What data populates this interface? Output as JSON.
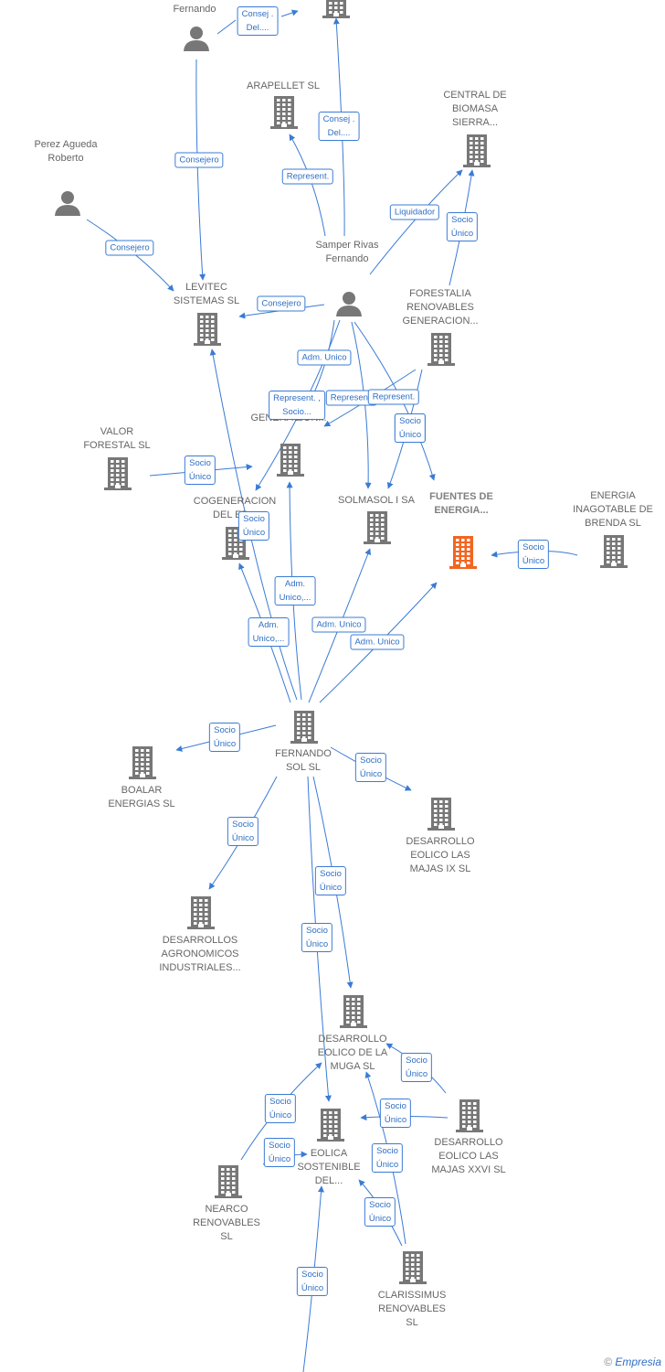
{
  "colors": {
    "edge": "#3a7bd5",
    "node": "#777777",
    "highlight": "#f26522"
  },
  "nodes": {
    "fernando_top": {
      "label": "Fernando",
      "type": "person"
    },
    "arapellet": {
      "label": "ARAPELLET SL",
      "type": "company"
    },
    "central_biomasa": {
      "label": "CENTRAL DE BIOMASA SIERRA...",
      "type": "company"
    },
    "perez": {
      "label": "Perez Agueda Roberto",
      "type": "person"
    },
    "levitec": {
      "label": "LEVITEC SISTEMAS SL",
      "type": "company"
    },
    "samper": {
      "label": "Samper Rivas Fernando",
      "type": "person"
    },
    "forestalia": {
      "label": "FORESTALIA RENOVABLES GENERACION...",
      "type": "company"
    },
    "fo_re_gen": {
      "label": "FO RE GENERACION...",
      "type": "company"
    },
    "valor_forestal": {
      "label": "VALOR FORESTAL SL",
      "type": "company"
    },
    "cogeneracion": {
      "label": "COGENERACION DEL EB...",
      "type": "company"
    },
    "solmasol": {
      "label": "SOLMASOL I SA",
      "type": "company"
    },
    "fuentes": {
      "label": "FUENTES DE ENERGIA...",
      "type": "company",
      "highlight": true
    },
    "energia_inagotable": {
      "label": "ENERGIA INAGOTABLE DE BRENDA SL",
      "type": "company"
    },
    "fernando_sol": {
      "label": "FERNANDO SOL SL",
      "type": "company"
    },
    "boalar": {
      "label": "BOALAR ENERGIAS SL",
      "type": "company"
    },
    "desarrollo_ix": {
      "label": "DESARROLLO EOLICO LAS MAJAS IX SL",
      "type": "company"
    },
    "desarrollos_agro": {
      "label": "DESARROLLOS AGRONOMICOS INDUSTRIALES...",
      "type": "company"
    },
    "desarrollo_muga": {
      "label": "DESARROLLO EOLICO DE LA MUGA SL",
      "type": "company"
    },
    "desarrollo_xxvi": {
      "label": "DESARROLLO EOLICO LAS MAJAS XXVI SL",
      "type": "company"
    },
    "eolica": {
      "label": "EOLICA SOSTENIBLE DEL...",
      "type": "company"
    },
    "nearco": {
      "label": "NEARCO RENOVABLES SL",
      "type": "company"
    },
    "clarissimus": {
      "label": "CLARISSIMUS RENOVABLES SL",
      "type": "company"
    },
    "top_company": {
      "label": "",
      "type": "company"
    }
  },
  "edge_labels": {
    "e1": "Consej . Del....",
    "e2": "Consejero",
    "e3": "Consej . Del....",
    "e4": "Represent.",
    "e5": "Liquidador",
    "e6": "Socio Único",
    "e7": "Consejero",
    "e8": "Consejero",
    "e9": "Adm. Unico",
    "e10": "Represent. , Socio...",
    "e11": "Represent.",
    "e12": "Represent.",
    "e13": "Socio Único",
    "e14": "Socio Único",
    "e15": "Socio Único",
    "e16": "Socio Único",
    "e17": "Adm. Unico,...",
    "e18": "Adm. Unico,...",
    "e19": "Adm. Unico",
    "e20": "Adm. Unico",
    "e21": "Socio Único",
    "e22": "Socio Único",
    "e23": "Socio Único",
    "e24": "Socio Único",
    "e25": "Socio Único",
    "e26": "Socio Único",
    "e27": "Socio Único",
    "e28": "Socio Único",
    "e29": "Socio Único",
    "e30": "Socio Único",
    "e31": "Socio Único",
    "e32": "Socio Único"
  },
  "footer": {
    "copyright": "©",
    "brand": "Empresia"
  }
}
